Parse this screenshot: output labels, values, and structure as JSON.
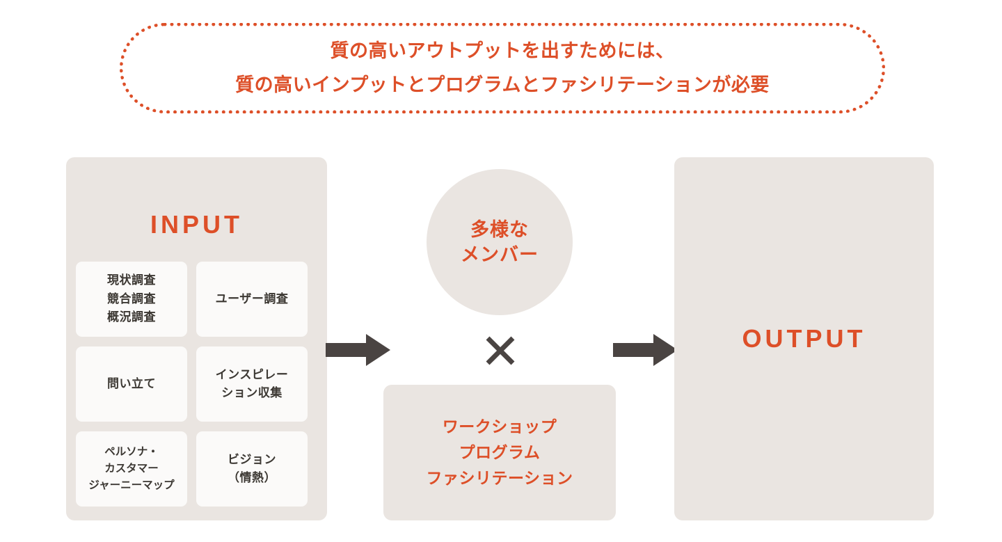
{
  "banner": {
    "line1": "質の高いアウトプットを出すためには、",
    "line2": "質の高いインプットとプログラムとファシリテーションが必要"
  },
  "input": {
    "title": "INPUT",
    "cards": [
      {
        "text": "現状調査\n競合調査\n概況調査"
      },
      {
        "text": "ユーザー調査"
      },
      {
        "text": "問い立て"
      },
      {
        "text": "インスピレー\nション収集"
      },
      {
        "text": "ペルソナ・\nカスタマー\nジャーニーマップ"
      },
      {
        "text": "ビジョン\n（情熱）"
      }
    ]
  },
  "center": {
    "circle_line1": "多様な",
    "circle_line2": "メンバー",
    "cross_symbol": "×",
    "program_line1": "ワークショップ",
    "program_line2": "プログラム",
    "program_line3": "ファシリテーション"
  },
  "output": {
    "title": "OUTPUT"
  },
  "arrows": {
    "left_label": "arrow-right-1",
    "right_label": "arrow-right-2"
  },
  "colors": {
    "accent": "#DD4F28",
    "panel": "#EAE5E1",
    "card": "#FBFAF9",
    "arrow": "#4A4442",
    "text_dark": "#3C3833",
    "background": "#FFFFFF"
  }
}
